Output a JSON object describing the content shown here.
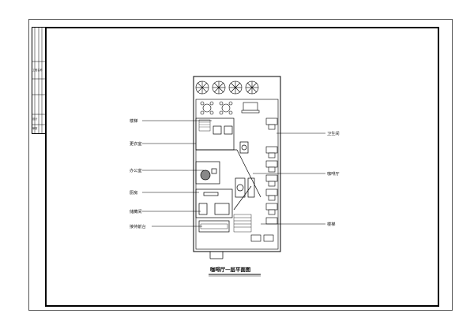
{
  "drawing": {
    "title": "咖啡厅一层平面图",
    "labels": {
      "stairs_left": "楼梯",
      "changing_room": "更衣室",
      "office": "办公室",
      "kitchen": "厨房",
      "storage": "储藏间",
      "reception": "接待前台",
      "restroom": "卫生间",
      "cafe_hall": "咖啡厅",
      "stairs_right": "楼梯"
    },
    "title_block": {
      "row1": "工程名称",
      "row2": "设计",
      "row3": "审核"
    }
  }
}
